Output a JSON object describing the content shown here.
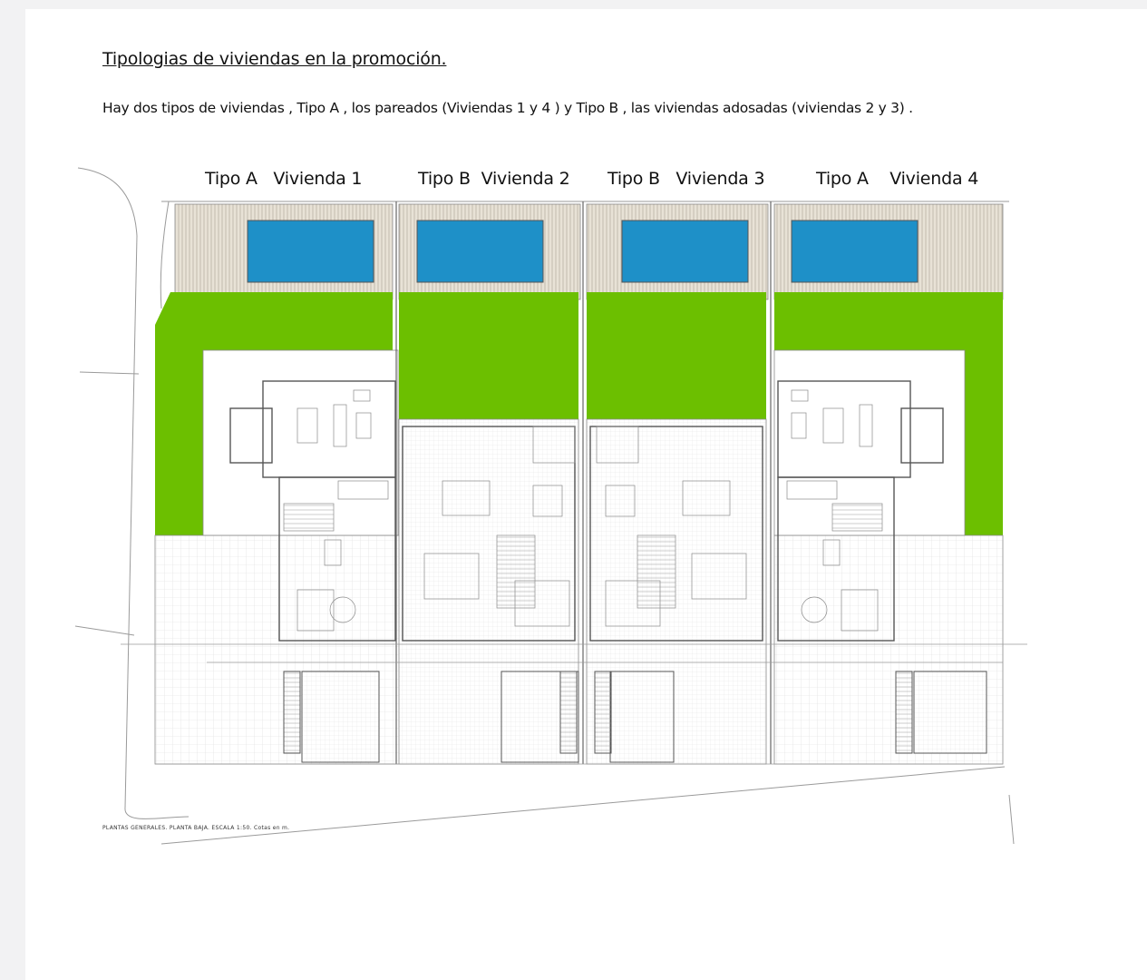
{
  "document": {
    "heading": "Tipologias de viviendas en la promoción.",
    "intro": "Hay dos tipos de viviendas , Tipo A , los pareados (Viviendas 1 y 4 ) y Tipo B , las viviendas adosadas (viviendas 2 y 3) .",
    "units": [
      {
        "type": "Tipo A",
        "name": "Vivienda 1"
      },
      {
        "type": "Tipo B",
        "name": "Vivienda 2"
      },
      {
        "type": "Tipo B",
        "name": "Vivienda 3"
      },
      {
        "type": "Tipo A",
        "name": "Vivienda 4"
      }
    ],
    "caption": "PLANTAS GENERALES. PLANTA BAJA. ESCALA 1:50. Cotas en m."
  },
  "colors": {
    "pool": "#1e90c8",
    "lawn": "#6cbf00",
    "deck": "#e6dfd2",
    "line": "#8a8a8a",
    "paving_grid": "#d8d8d8"
  }
}
